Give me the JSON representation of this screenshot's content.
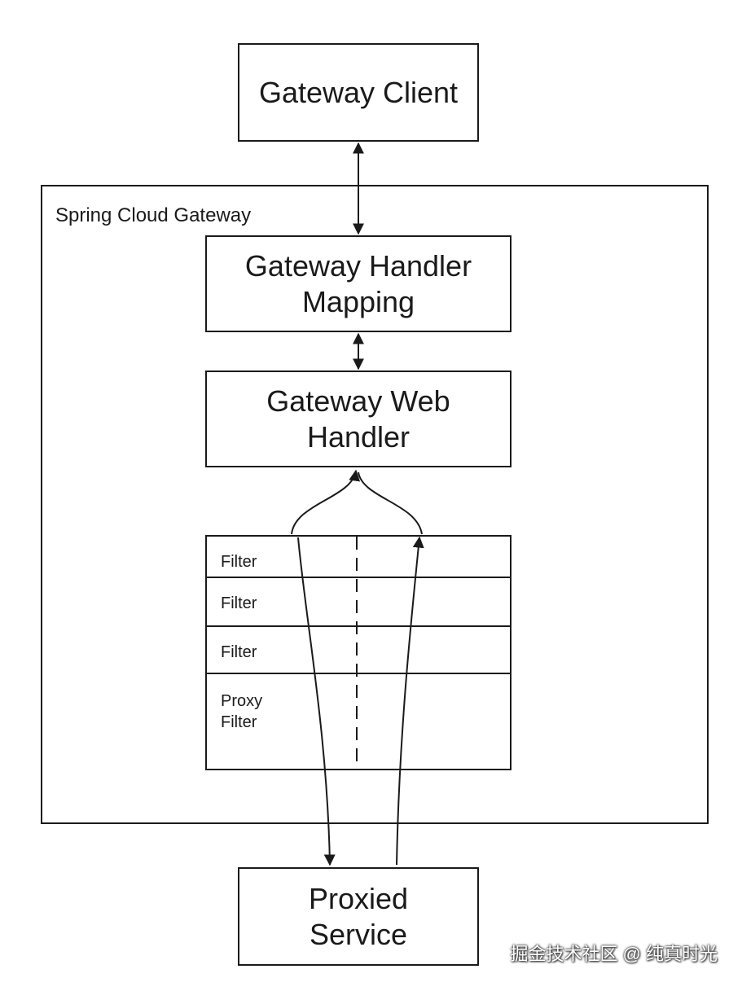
{
  "diagram": {
    "client": {
      "label": "Gateway Client"
    },
    "container": {
      "label": "Spring Cloud Gateway"
    },
    "handler_mapping": {
      "label": "Gateway Handler\nMapping"
    },
    "web_handler": {
      "label": "Gateway Web\nHandler"
    },
    "filters": [
      {
        "label": "Filter"
      },
      {
        "label": "Filter"
      },
      {
        "label": "Filter"
      },
      {
        "label": "Proxy\nFilter"
      }
    ],
    "proxied_service": {
      "label": "Proxied\nService"
    }
  },
  "watermark": {
    "text": "掘金技术社区 @ 纯真时光"
  }
}
